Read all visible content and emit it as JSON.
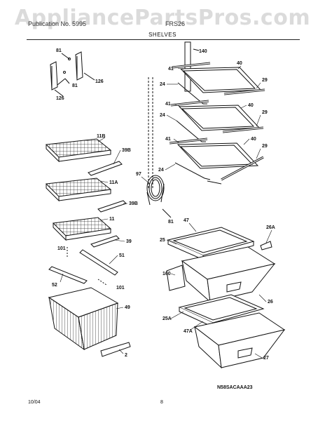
{
  "watermark": "AppliancePartsPros.com",
  "header": {
    "left": "Publication No. 5995",
    "right": "FRS26",
    "section": "SHELVES"
  },
  "labels": {
    "l81a": "81",
    "l126a": "126",
    "l81b": "81",
    "l126b": "126",
    "l140": "140",
    "l41a": "41",
    "l40a": "40",
    "l29a": "29",
    "l24a": "24",
    "l41b": "41",
    "l40b": "40",
    "l29b": "29",
    "l24b": "24",
    "l41c": "41",
    "l40c": "40",
    "l29c": "29",
    "l24c": "24",
    "l11b": "11B",
    "l39b_upper": "39B",
    "l11a": "11A",
    "l39b_lower": "39B",
    "l11": "11",
    "l39": "39",
    "l97": "97",
    "l81c": "81",
    "l101a": "101",
    "l51": "51",
    "l52": "52",
    "l101b": "101",
    "l47": "47",
    "l26a": "26A",
    "l25": "25",
    "l160": "160",
    "l26": "26",
    "l25a": "25A",
    "l47a": "47A",
    "l49": "49",
    "l2": "2",
    "l27": "27"
  },
  "diagram_code": "N58SACAAA23",
  "footer": {
    "date": "10/04",
    "page": "8"
  }
}
